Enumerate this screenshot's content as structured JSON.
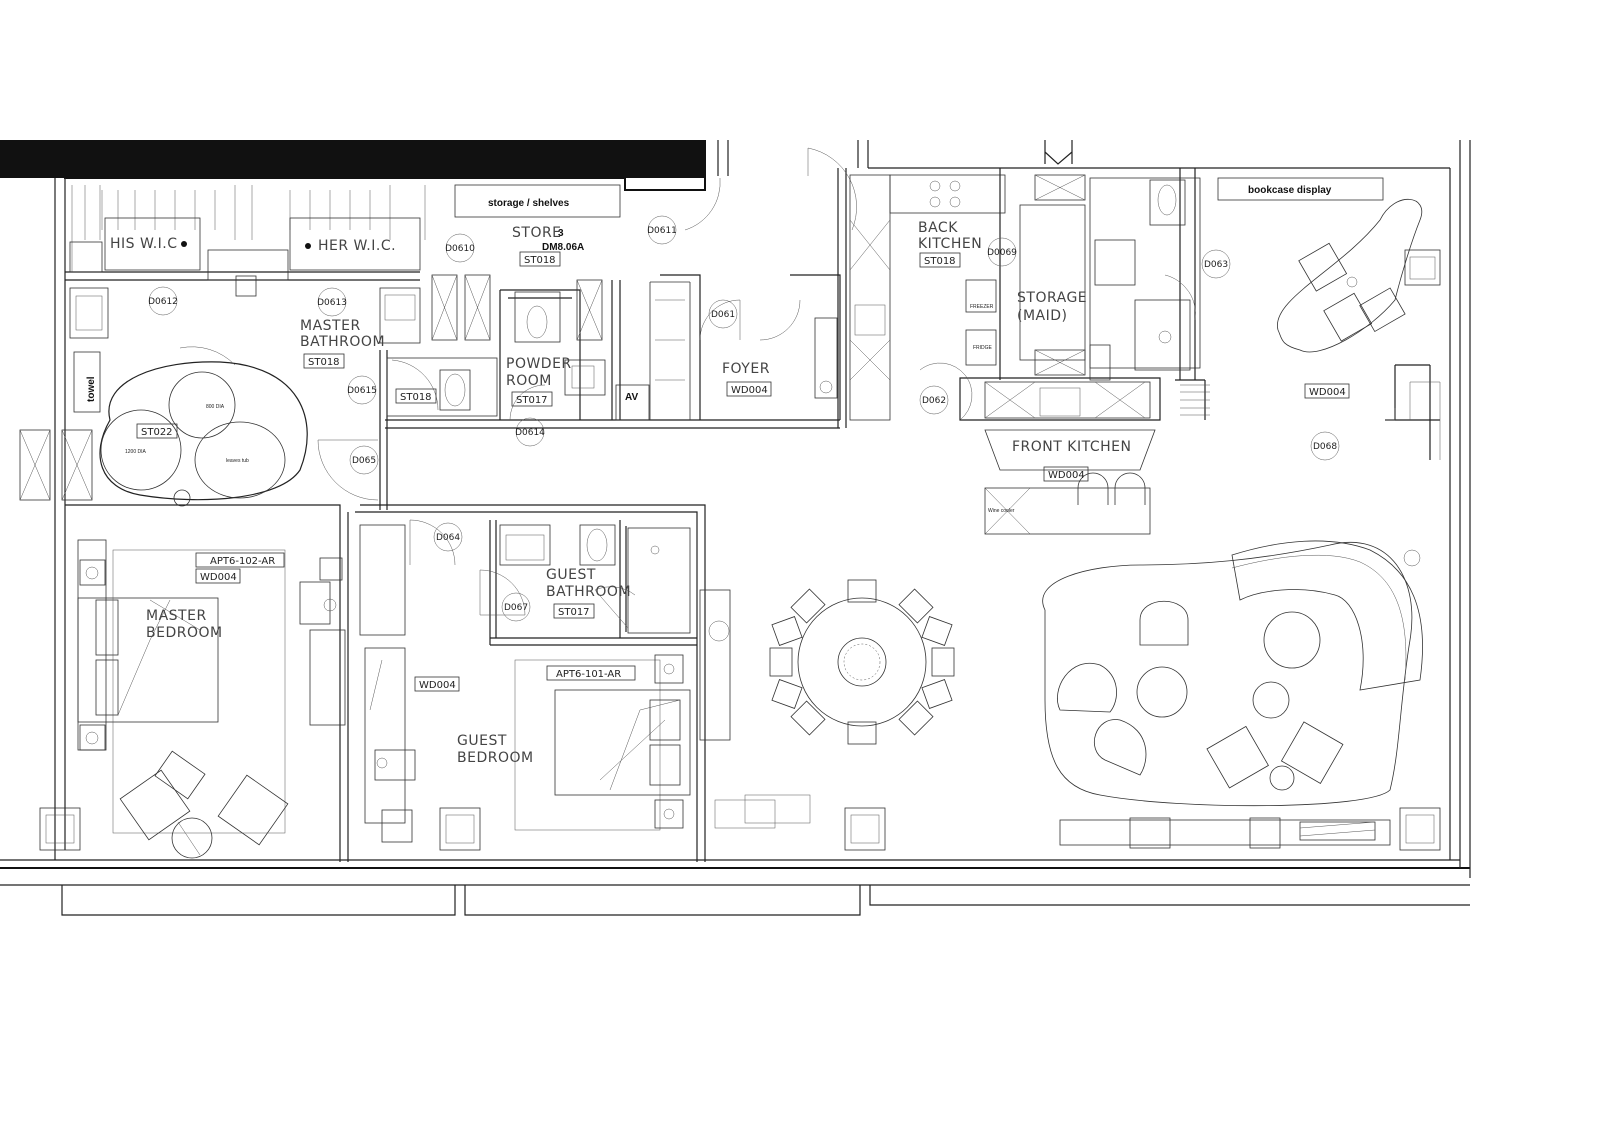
{
  "rooms": {
    "his_wic": "HIS W.I.C",
    "her_wic": "HER W.I.C.",
    "store": "STORE",
    "master_bath_1": "MASTER",
    "master_bath_2": "BATHROOM",
    "powder_1": "POWDER",
    "powder_2": "ROOM",
    "foyer": "FOYER",
    "back_kitchen_1": "BACK",
    "back_kitchen_2": "KITCHEN",
    "storage_1": "STORAGE",
    "storage_2": "(MAID)",
    "front_kitchen": "FRONT KITCHEN",
    "master_bed_1": "MASTER",
    "master_bed_2": "BEDROOM",
    "guest_bath_1": "GUEST",
    "guest_bath_2": "BATHROOM",
    "guest_bed_1": "GUEST",
    "guest_bed_2": "BEDROOM"
  },
  "notes": {
    "storage_shelves": "storage / shelves",
    "bookcase": "bookcase  display",
    "towel": "towel",
    "dm": "DM8.06A",
    "dm_num": "3",
    "av": "AV",
    "tub_800": "800 DIA",
    "tub_1200": "1200 DIA",
    "tub_label": "leaves tub",
    "wine": "Wine cooler",
    "freezer": "FREEZER",
    "fridge": "FRIDGE"
  },
  "tags": {
    "st018_store": "ST018",
    "st018_master": "ST018",
    "st018_wc": "ST018",
    "st018_kitchen": "ST018",
    "st017_powder": "ST017",
    "st017_guest": "ST017",
    "st022": "ST022",
    "wd_foyer": "WD004",
    "wd_front_kitchen": "WD004",
    "wd_study": "WD004",
    "wd_master": "WD004",
    "wd_guest": "WD004",
    "apt_master": "APT6-102-AR",
    "apt_guest": "APT6-101-AR"
  },
  "doors": [
    "D0612",
    "D0613",
    "D0610",
    "D0611",
    "D0615",
    "D0614",
    "D061",
    "D0069",
    "D063",
    "D062",
    "D065",
    "D064",
    "D067",
    "D068"
  ]
}
